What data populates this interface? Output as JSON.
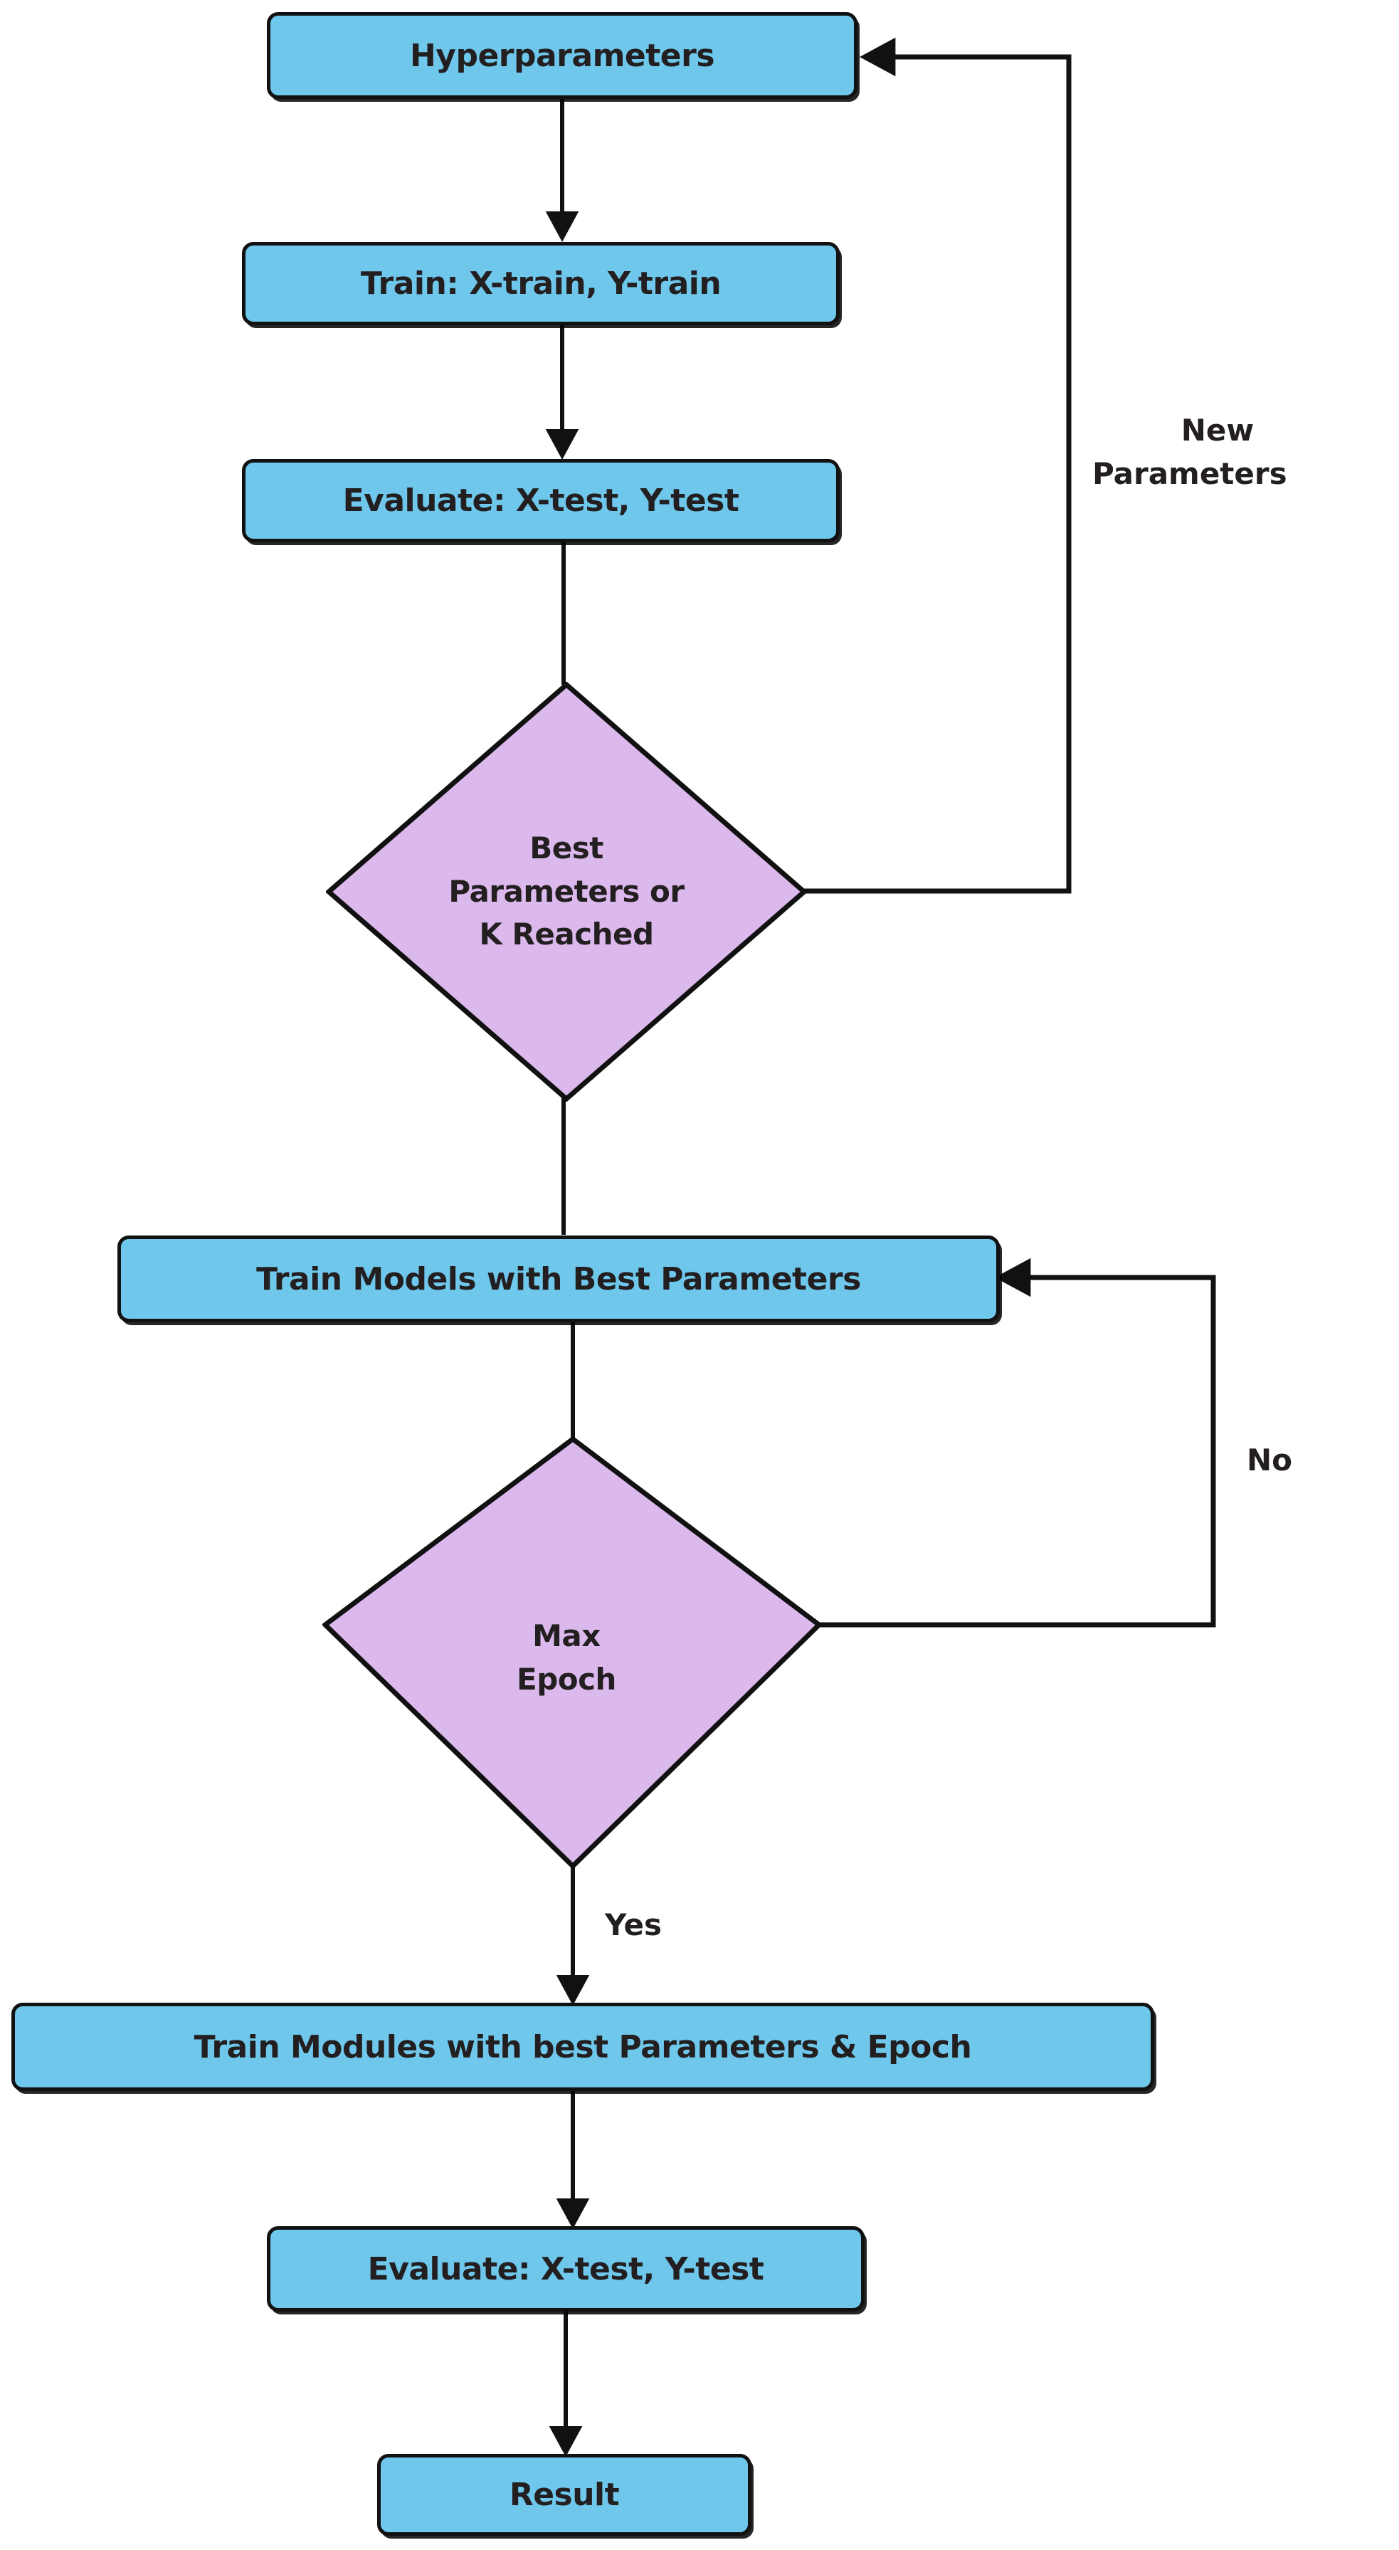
{
  "diagram": {
    "title": "Hyperparameter tuning and training flowchart",
    "colors": {
      "process_fill": "#6FC8EC",
      "decision_fill": "#DCB9EC",
      "stroke": "#111111",
      "text": "#231f20",
      "background": "#FFFFFF"
    },
    "nodes": [
      {
        "id": "hyperparameters",
        "type": "process",
        "label": "Hyperparameters"
      },
      {
        "id": "train-xy",
        "type": "process",
        "label": "Train: X-train, Y-train"
      },
      {
        "id": "evaluate-xy",
        "type": "process",
        "label": "Evaluate: X-test, Y-test"
      },
      {
        "id": "best-params-k",
        "type": "decision",
        "label": "Best\nParameters or\nK Reached",
        "line1": "Best",
        "line2": "Parameters or",
        "line3": "K Reached"
      },
      {
        "id": "train-models-best",
        "type": "process",
        "label": "Train Models with Best Parameters"
      },
      {
        "id": "max-epoch",
        "type": "decision",
        "label": "Max\nEpoch",
        "line1": "Max",
        "line2": "Epoch"
      },
      {
        "id": "train-modules-best-epoch",
        "type": "process",
        "label": "Train Modules with best Parameters & Epoch"
      },
      {
        "id": "evaluate-xy-2",
        "type": "process",
        "label": "Evaluate: X-test, Y-test"
      },
      {
        "id": "result",
        "type": "process",
        "label": "Result"
      }
    ],
    "edge_labels": {
      "new_parameters_line1": "New",
      "new_parameters_line2": "Parameters",
      "no": "No",
      "yes": "Yes"
    },
    "edges": [
      {
        "from": "hyperparameters",
        "to": "train-xy",
        "label": ""
      },
      {
        "from": "train-xy",
        "to": "evaluate-xy",
        "label": ""
      },
      {
        "from": "evaluate-xy",
        "to": "best-params-k",
        "label": ""
      },
      {
        "from": "best-params-k",
        "to": "hyperparameters",
        "label": "New Parameters"
      },
      {
        "from": "best-params-k",
        "to": "train-models-best",
        "label": ""
      },
      {
        "from": "train-models-best",
        "to": "max-epoch",
        "label": ""
      },
      {
        "from": "max-epoch",
        "to": "train-models-best",
        "label": "No"
      },
      {
        "from": "max-epoch",
        "to": "train-modules-best-epoch",
        "label": "Yes"
      },
      {
        "from": "train-modules-best-epoch",
        "to": "evaluate-xy-2",
        "label": ""
      },
      {
        "from": "evaluate-xy-2",
        "to": "result",
        "label": ""
      }
    ]
  }
}
